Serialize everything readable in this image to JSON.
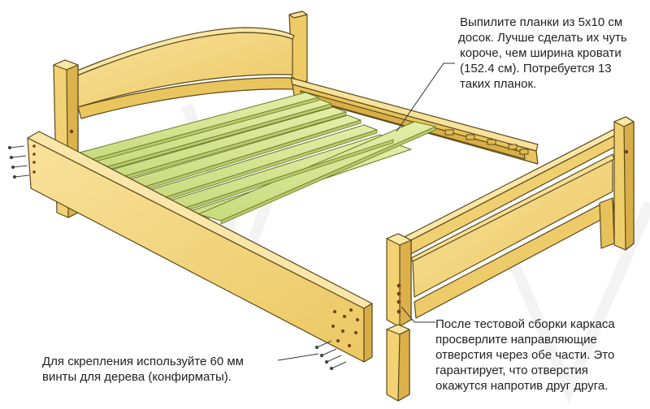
{
  "colors": {
    "wood_light": "#f6dc86",
    "wood_mid": "#eecb66",
    "wood_dark": "#d7ab44",
    "slat_light": "#dcea9a",
    "slat_dark": "#b3c464",
    "outline": "#5a4a1c",
    "hole": "#7a3b14",
    "leader": "#333333"
  },
  "icons": [
    "screw-icon",
    "hole-icon",
    "leader-line-icon"
  ],
  "annotations": {
    "slats": {
      "lines": [
        "Выпилите планки из 5x10 см",
        "досок. Лучше сделать их чуть",
        "короче, чем ширина кровати",
        "(152.4 см). Потребуется 13",
        "таких планок."
      ]
    },
    "holes": {
      "lines": [
        "После тестовой сборки каркаса",
        "просверлите направляющие",
        "отверстия через обе части. Это",
        "гарантирует, что отверстия",
        "окажутся напротив друг друга."
      ]
    },
    "screws": {
      "lines": [
        "Для скрепления используйте 60 мм",
        "винты для дерева (конфирматы)."
      ]
    }
  }
}
